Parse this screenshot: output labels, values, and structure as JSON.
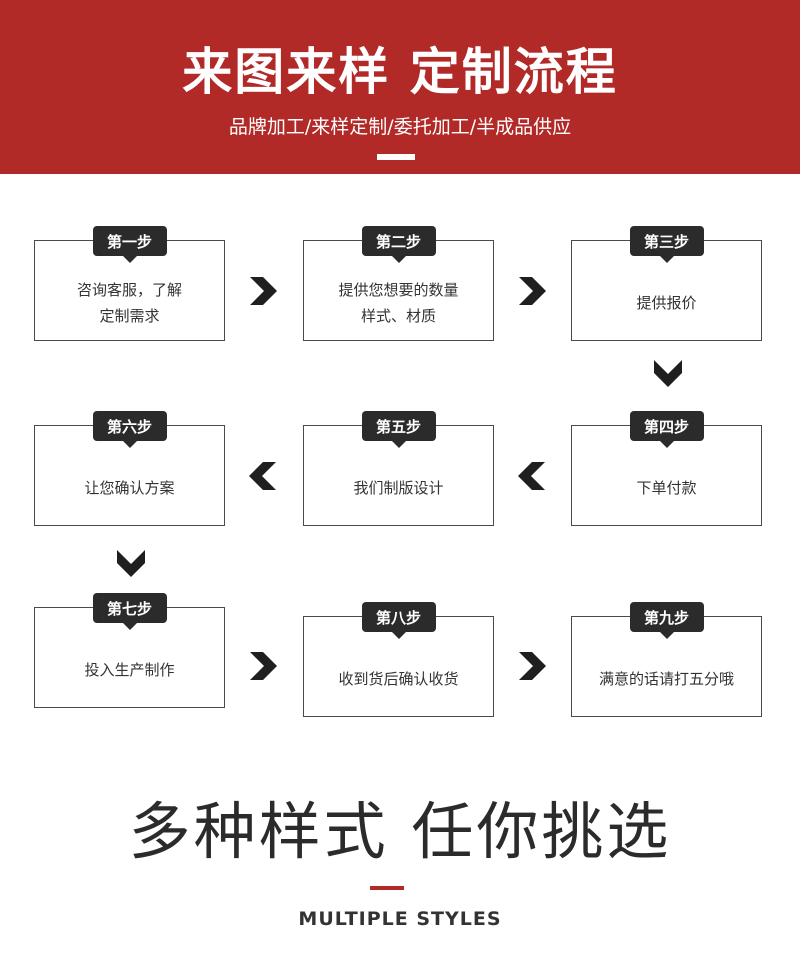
{
  "banner": {
    "title": "来图来样 定制流程",
    "subtitle": "品牌加工/来样定制/委托加工/半成品供应",
    "background_color": "#b12a27"
  },
  "steps": [
    {
      "tag": "第一步",
      "text": "咨询客服，了解\n定制需求"
    },
    {
      "tag": "第二步",
      "text": "提供您想要的数量\n样式、材质"
    },
    {
      "tag": "第三步",
      "text": "提供报价"
    },
    {
      "tag": "第四步",
      "text": "下单付款"
    },
    {
      "tag": "第五步",
      "text": "我们制版设计"
    },
    {
      "tag": "第六步",
      "text": "让您确认方案"
    },
    {
      "tag": "第七步",
      "text": "投入生产制作"
    },
    {
      "tag": "第八步",
      "text": "收到货后确认收货"
    },
    {
      "tag": "第九步",
      "text": "满意的话请打五分哦"
    }
  ],
  "arrows": {
    "right_icon": "chevron-right-icon",
    "left_icon": "chevron-left-icon",
    "down_icon": "chevron-down-icon"
  },
  "footer": {
    "title": "多种样式  任你挑选",
    "subtitle": "MULTIPLE STYLES",
    "accent_color": "#b12a27"
  }
}
